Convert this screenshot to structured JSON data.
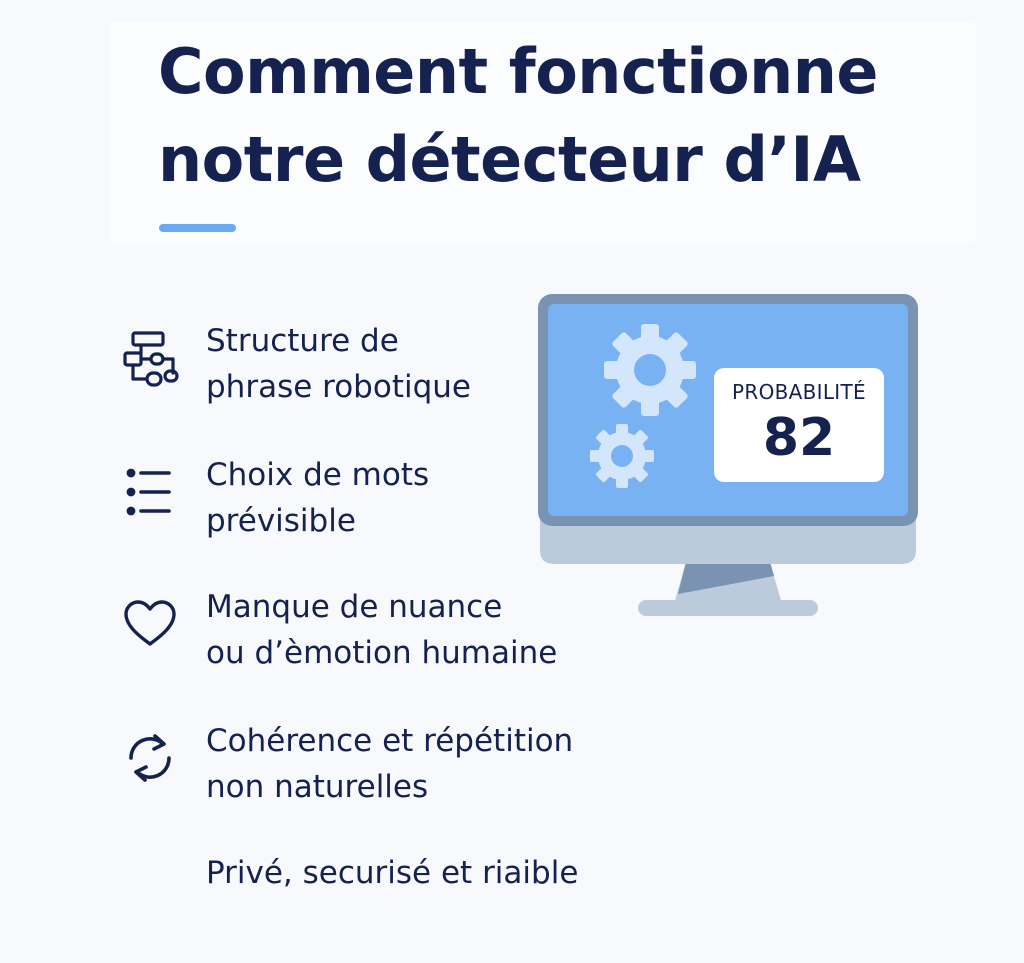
{
  "header": {
    "title_line1": "Comment fonctionne",
    "title_line2": "notre détecteur d’IA"
  },
  "features": [
    {
      "icon": "flowchart-icon",
      "line1": "Structure de",
      "line2": "phrase robotique"
    },
    {
      "icon": "list-icon",
      "line1": "Choix de mots",
      "line2": "prévisible"
    },
    {
      "icon": "heart-icon",
      "line1": "Manque de nuance",
      "line2": "ou d’èmotion humaine"
    },
    {
      "icon": "refresh-icon",
      "line1": "Cohérence et répétition",
      "line2": "non naturelles"
    },
    {
      "icon": "",
      "line1": "Privé, securisé et riaible",
      "line2": ""
    }
  ],
  "probability": {
    "label": "PROBABILITÉ",
    "value": "82"
  },
  "colors": {
    "navy": "#15224f",
    "accent": "#6aaaf0",
    "screen": "#78b2f2",
    "bezel": "#7b93b3",
    "gear": "#d4e6fb"
  }
}
